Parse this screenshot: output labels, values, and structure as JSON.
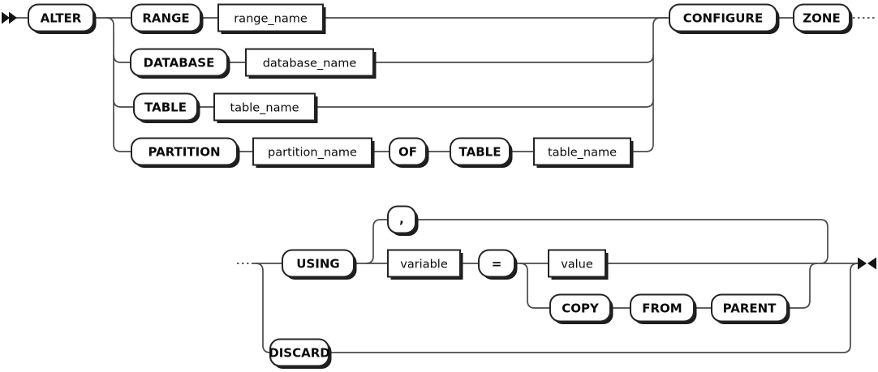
{
  "diagram": {
    "colors": {
      "background": "#ffffff",
      "line": "#4a4a4a",
      "box_border": "#242424",
      "box_fill": "#ffffff",
      "box_shadow": "#1d1d1d",
      "text": "#0b0b0b"
    },
    "nodes": {
      "alter": "ALTER",
      "range": "RANGE",
      "range_name": "range_name",
      "database": "DATABASE",
      "database_name": "database_name",
      "table": "TABLE",
      "table_name": "table_name",
      "partition": "PARTITION",
      "partition_name": "partition_name",
      "of": "OF",
      "table_2": "TABLE",
      "table_name_2": "table_name",
      "configure": "CONFIGURE",
      "zone": "ZONE",
      "using": "USING",
      "comma": ",",
      "variable": "variable",
      "equals": "=",
      "value": "value",
      "copy": "COPY",
      "from": "FROM",
      "parent": "PARENT",
      "discard": "DISCARD"
    }
  }
}
